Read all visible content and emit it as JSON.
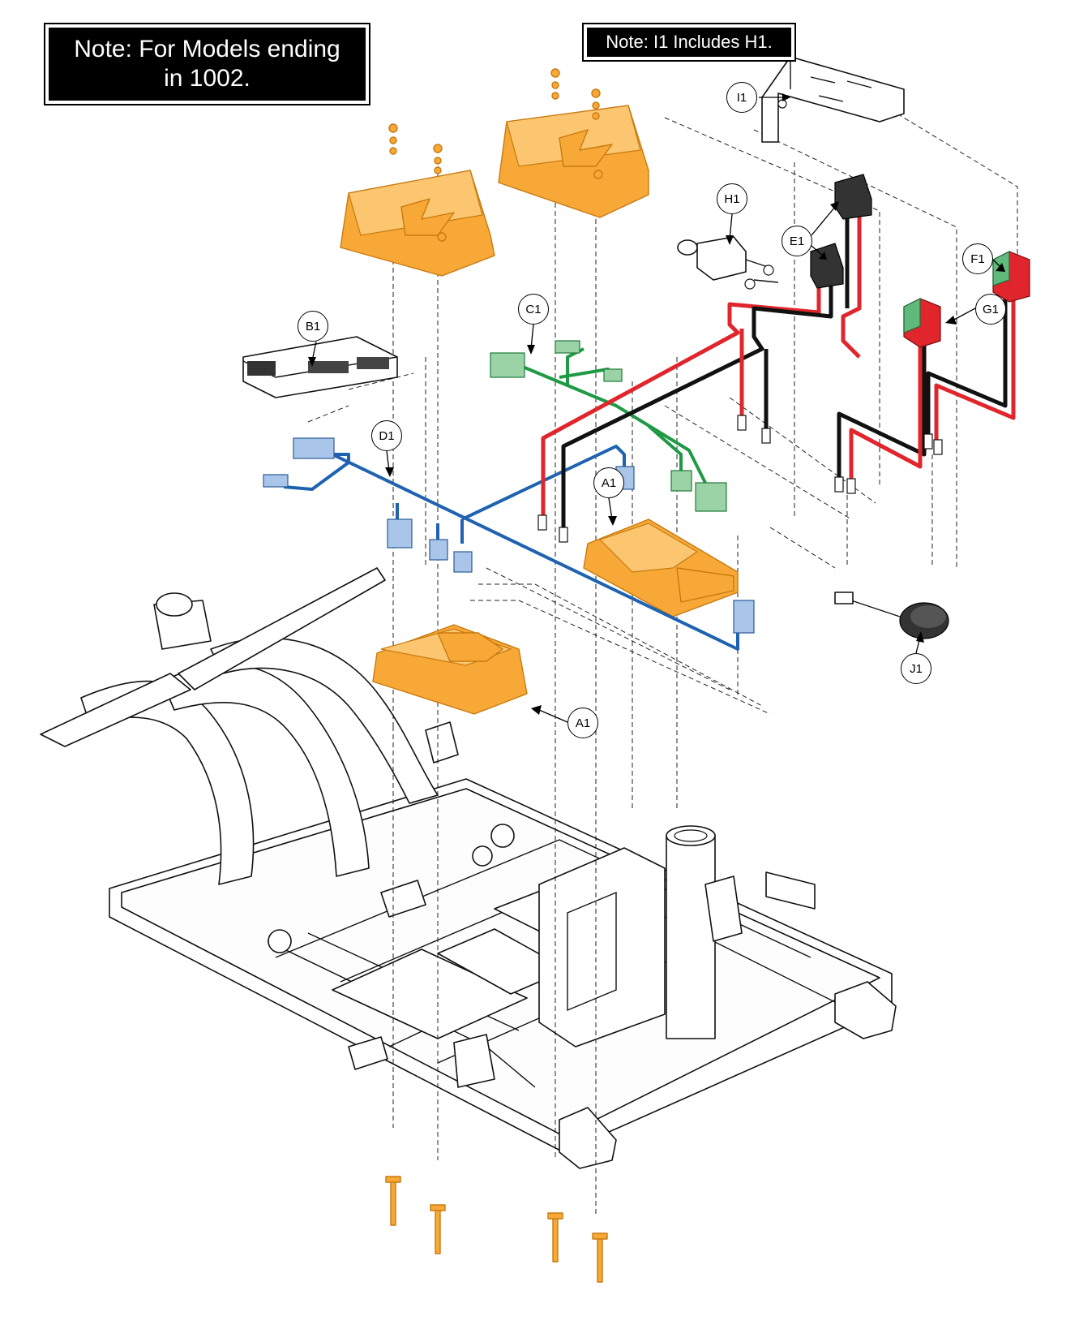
{
  "notes": {
    "models_line1": "Note: For Models ending",
    "models_line2": "in 1002.",
    "includes": "Note: I1 Includes H1."
  },
  "callouts": {
    "i1": "I1",
    "h1": "H1",
    "e1": "E1",
    "f1": "F1",
    "g1": "G1",
    "b1": "B1",
    "c1": "C1",
    "d1": "D1",
    "a1_top": "A1",
    "a1_bottom": "A1",
    "j1": "J1"
  },
  "colors": {
    "orange_part": "#f7a836",
    "harness_blue": "#1e62b0",
    "harness_green": "#1e9a45",
    "wire_red": "#e0262c",
    "wire_black": "#111111",
    "connector_blue": "#a9c6ea",
    "connector_green": "#9bd3a6"
  }
}
